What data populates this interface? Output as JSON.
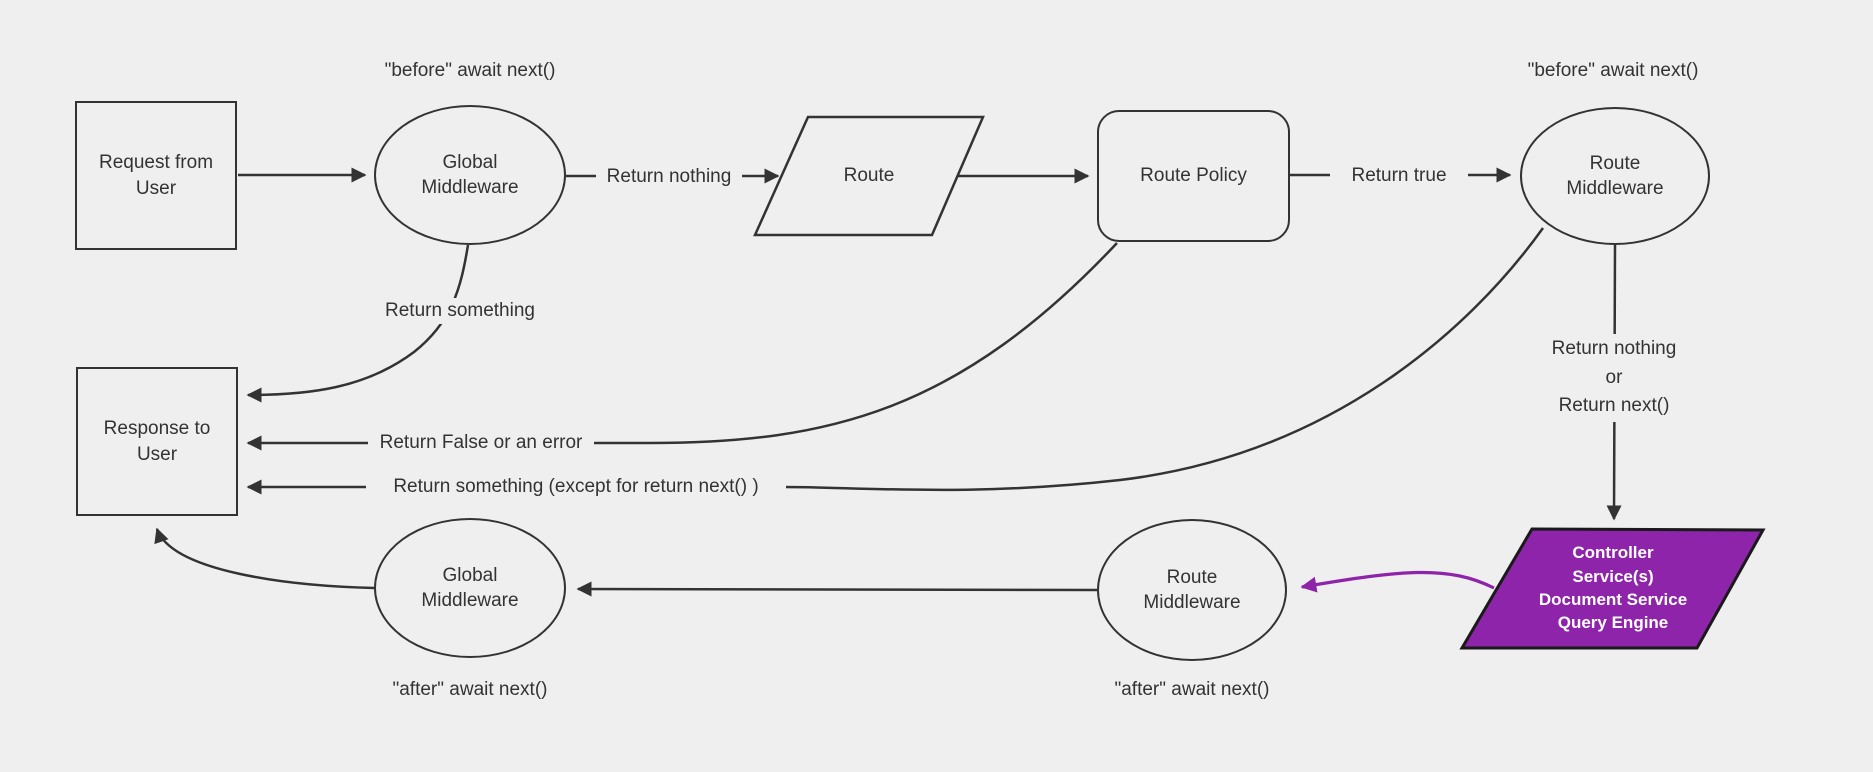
{
  "diagram": {
    "colors": {
      "background": "#efefef",
      "stroke": "#333333",
      "purple_fill": "#8E24AA",
      "purple_stroke": "#8E24AA",
      "purple_border": "#1a1a1a",
      "text": "#333333",
      "text_on_purple": "#ffffff"
    },
    "nodes": {
      "request": {
        "label": "Request from\nUser"
      },
      "global_middleware_top": {
        "label": "Global\nMiddleware"
      },
      "route": {
        "label": "Route"
      },
      "route_policy": {
        "label": "Route Policy"
      },
      "route_middleware_top": {
        "label": "Route\nMiddleware"
      },
      "response": {
        "label": "Response to\nUser"
      },
      "global_middleware_bottom": {
        "label": "Global\nMiddleware"
      },
      "route_middleware_bottom": {
        "label": "Route\nMiddleware"
      },
      "controller": {
        "label": "Controller\nService(s)\nDocument Service\nQuery Engine"
      }
    },
    "edge_labels": {
      "before_await_left": "\"before\" await next()",
      "before_await_right": "\"before\" await next()",
      "return_nothing": "Return nothing",
      "return_true": "Return true",
      "return_something": "Return something",
      "return_false_or_error": "Return False or an error",
      "return_something_except": "Return something (except for return next() )",
      "return_nothing_or_next": "Return nothing\nor\nReturn next()",
      "after_await_left": "\"after\" await next()",
      "after_await_right": "\"after\" await next()"
    }
  }
}
